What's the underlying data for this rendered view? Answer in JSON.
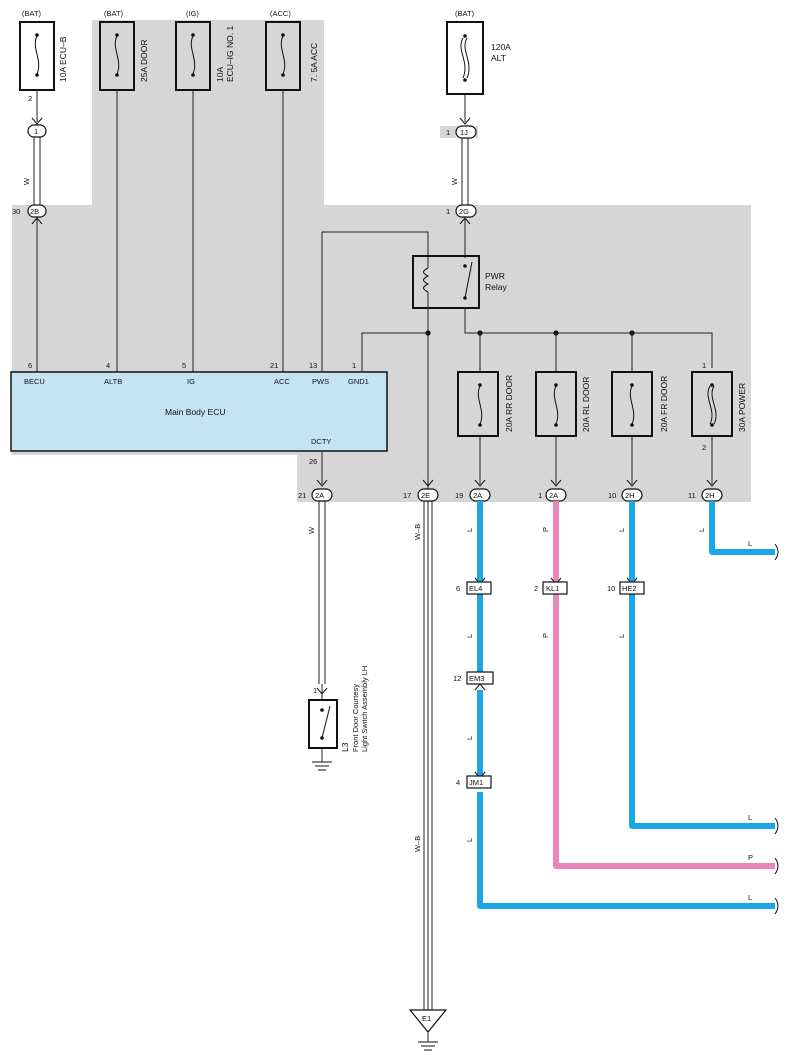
{
  "fuses_top": [
    {
      "supply": "(BAT)",
      "label": "10A ECU–B",
      "pin": "2"
    },
    {
      "supply": "(BAT)",
      "label": "25A DOOR"
    },
    {
      "supply": "(IG)",
      "label": "10A",
      "label2": "ECU–IG NO. 1"
    },
    {
      "supply": "(ACC)",
      "label": "7. 5A ACC"
    },
    {
      "supply": "(BAT)",
      "label": "120A",
      "label2": "ALT"
    }
  ],
  "connectors": {
    "c1": {
      "pin": "",
      "id": "1"
    },
    "c1J": {
      "pin": "1",
      "id": "1J"
    },
    "c2B": {
      "pin": "30",
      "id": "2B"
    },
    "c2G": {
      "pin": "1",
      "id": "2G"
    },
    "c2A_dcty": {
      "pin": "21",
      "id": "2A"
    },
    "c2E": {
      "pin": "17",
      "id": "2E"
    },
    "c2A_rr": {
      "pin": "19",
      "id": "2A"
    },
    "c2A_rl": {
      "pin": "1",
      "id": "2A"
    },
    "c2H_fr": {
      "pin": "10",
      "id": "2H"
    },
    "c2H_pw": {
      "pin": "11",
      "id": "2H"
    },
    "EL4": {
      "pin": "6",
      "id": "EL4"
    },
    "KL1": {
      "pin": "2",
      "id": "KL1"
    },
    "HE2": {
      "pin": "10",
      "id": "HE2"
    },
    "EM3": {
      "pin": "12",
      "id": "EM3"
    },
    "JM1": {
      "pin": "4",
      "id": "JM1"
    }
  },
  "wire_colors": {
    "W": "W",
    "WB": "W–B",
    "L": "L",
    "P": "P",
    "blue_hex": "#1aa7e6",
    "pink_hex": "#ea86b9"
  },
  "relay": {
    "name": "PWR",
    "name2": "Relay"
  },
  "ecu": {
    "name": "Main Body ECU",
    "pins": [
      {
        "num": "6",
        "name": "BECU"
      },
      {
        "num": "4",
        "name": "ALTB"
      },
      {
        "num": "5",
        "name": "IG"
      },
      {
        "num": "21",
        "name": "ACC"
      },
      {
        "num": "13",
        "name": "PWS"
      },
      {
        "num": "1",
        "name": "GND1"
      }
    ],
    "out_pin": {
      "num": "26",
      "name": "DCTY"
    }
  },
  "fuses_lower": [
    {
      "label": "20A RR DOOR"
    },
    {
      "label": "20A RL DOOR"
    },
    {
      "label": "20A FR DOOR"
    },
    {
      "label": "30A POWER",
      "pin_top": "1",
      "pin_bottom": "2"
    }
  ],
  "switch": {
    "pin": "1",
    "id": "L3",
    "name1": "Front Door Courtesy",
    "name2": "Light Switch Assembly LH"
  },
  "ground": {
    "id": "E1"
  },
  "colors": {
    "panel": "#d6d6d6",
    "ecu_fill": "#c4e4f5",
    "fuse_fill": "#c4e4f5"
  }
}
